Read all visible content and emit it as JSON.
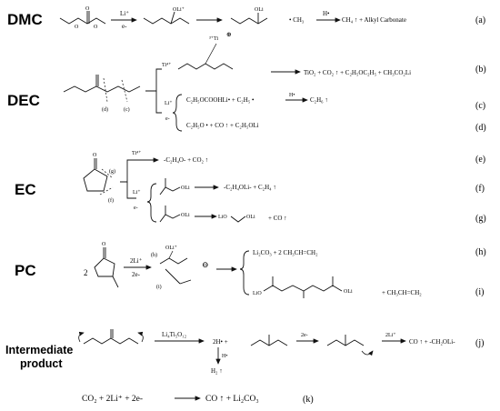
{
  "sections": {
    "dmc": "DMC",
    "dec": "DEC",
    "ec": "EC",
    "pc": "PC",
    "intermediate_line1": "Intermediate",
    "intermediate_line2": "product"
  },
  "dmc": {
    "reagent_top": "Li⁺",
    "reagent_bottom": "e-",
    "intermediate_charge": "OLi⁺",
    "product_oli": "OLi",
    "radical": "• CH₃",
    "h_radical": "H•",
    "products": "CH₄ ↑ + Alkyl Carbonate",
    "tag": "(a)"
  },
  "dec": {
    "ti_label": "³⁺Ti",
    "ti_charge": "⊕",
    "site_d": "(d)",
    "site_c": "(c)",
    "branch_top": "Ti⁴⁺",
    "branch_li": "Li⁺",
    "branch_e": "e-",
    "product_b": "TiO₂ + CO₂ ↑ + C₂H₅OC₂H₅ + CH₃CO₂Li",
    "tag_b": "(b)",
    "product_c1": "C₂H₅OCOOHLi• + C₂H₅ •",
    "h_radical": "H•",
    "product_c2": "C₂H₆ ↑",
    "tag_c": "(c)",
    "product_d": "C₂H₅O • + CO ↑ + C₂H₅OLi",
    "tag_d": "(d)"
  },
  "ec": {
    "site_g": "(g)",
    "site_f": "(f)",
    "branch_top": "Ti⁴⁺",
    "branch_li": "Li⁺",
    "branch_e": "e-",
    "product_e": "-C₂H₄O- + CO₂ ↑",
    "tag_e": "(e)",
    "oli_f": "OLi",
    "product_f": "-C₂H₄OLi- + C₂H₄ ↑",
    "tag_f": "(f)",
    "oli_g": "OLi",
    "lio_g": "LiO",
    "oli_g2": "OLi",
    "product_g": "+ CO ↑",
    "tag_g": "(g)"
  },
  "pc": {
    "coef": "2",
    "reagent_top": "2Li⁺",
    "reagent_bottom": "2e-",
    "site_h": "(h)",
    "site_i": "(i)",
    "oli": "OLi⁺",
    "minus": "⊖",
    "product_h": "Li₂CO₃ + 2 CH₃CH=CH₂",
    "tag_h": "(h)",
    "lio": "LiO",
    "oli_i": "OLi",
    "product_i": "+ CH₃CH=CH₂",
    "tag_i": "(i)"
  },
  "intermediate": {
    "reagent": "Li₄Ti₅O₁₂",
    "product_h": "2H• +",
    "h_dot": "H•",
    "h2": "H₂ ↑",
    "e_label": "2e-",
    "li_label": "2Li⁺",
    "products": "CO ↑ + -CH₂OLi-",
    "tag": "(j)"
  },
  "equation_k": {
    "lhs": "CO₂ + 2Li⁺ + 2e-",
    "rhs": "CO ↑ + Li₂CO₃",
    "tag": "(k)"
  }
}
